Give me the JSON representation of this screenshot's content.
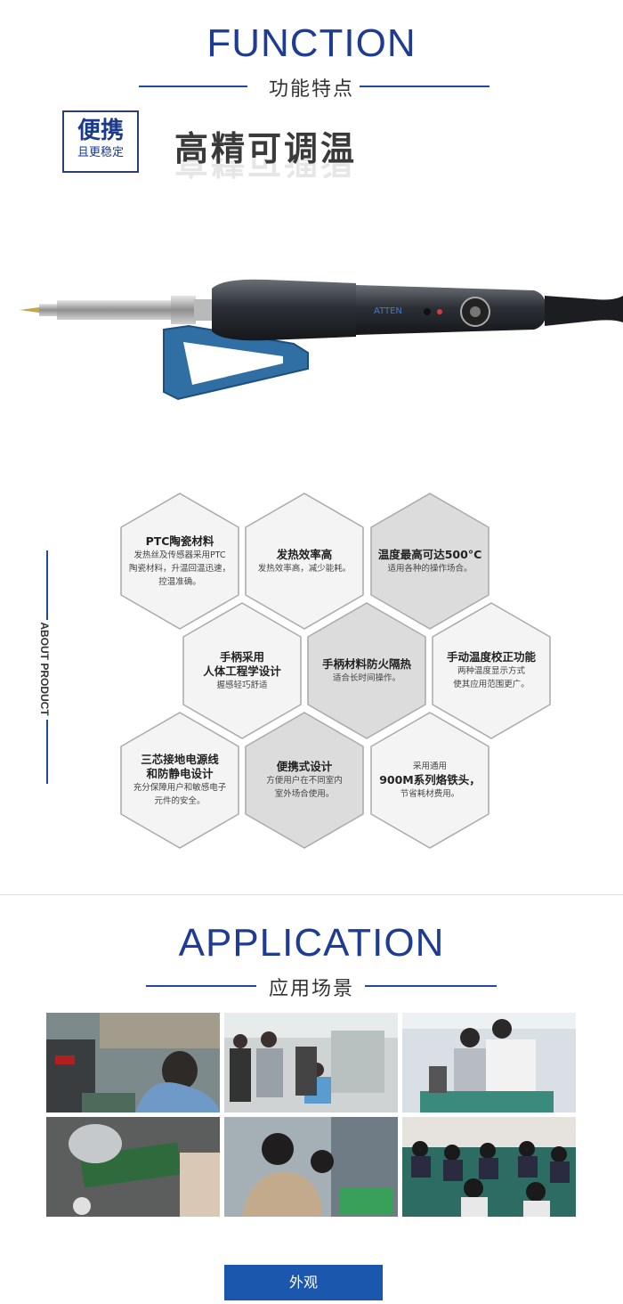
{
  "function_section": {
    "title": "FUNCTION",
    "subtitle": "功能特点",
    "badge_main": "便携",
    "badge_sub": "且更稳定",
    "headline": "高精可调温",
    "iron_brand": "ATTEN"
  },
  "about_label": "ABOUT PRODUCT",
  "features": [
    {
      "title": "PTC陶瓷材料",
      "desc": [
        "发热丝及传感器采用PTC",
        "陶瓷材料，升温回温迅速，",
        "控温准确。"
      ]
    },
    {
      "title": "发热效率高",
      "desc": [
        "发热效率高，减少能耗。"
      ]
    },
    {
      "title": "温度最高可达500°C",
      "desc": [
        "适用各种的操作场合。"
      ]
    },
    {
      "title": "手柄采用\n人体工程学设计",
      "desc": [
        "握感轻巧舒适"
      ]
    },
    {
      "title": "手柄材料防火隔热",
      "desc": [
        "适合长时间操作。"
      ]
    },
    {
      "title": "手动温度校正功能",
      "desc": [
        "两种温度显示方式",
        "使其应用范围更广。"
      ]
    },
    {
      "title": "三芯接地电源线\n和防静电设计",
      "desc": [
        "充分保障用户和敏感电子",
        "元件的安全。"
      ]
    },
    {
      "title": "便携式设计",
      "desc": [
        "方便用户在不同室内",
        "室外场合使用。"
      ]
    },
    {
      "title": "900M系列烙铁头，",
      "desc": [
        "节省耗材费用。"
      ],
      "pre": "采用通用"
    }
  ],
  "application_section": {
    "title": "APPLICATION",
    "subtitle": "应用场景"
  },
  "appearance_button": "外观",
  "colors": {
    "brand_blue": "#1f3c94",
    "button_blue": "#1a57ad",
    "hex_light": "#f4f4f4",
    "hex_dark": "#dcdcdc"
  }
}
